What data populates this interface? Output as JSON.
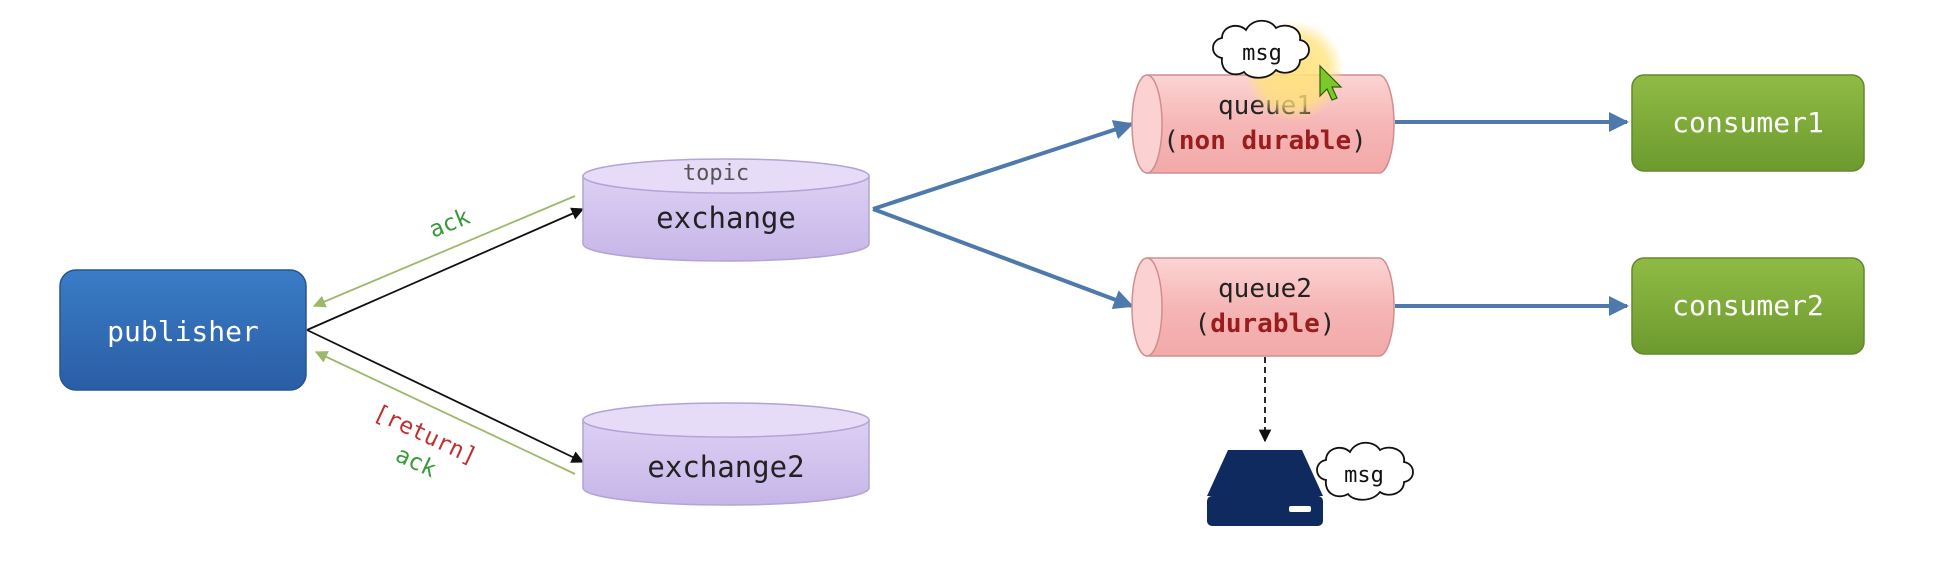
{
  "publisher": {
    "label": "publisher"
  },
  "exchange": {
    "type_label": "topic",
    "label": "exchange"
  },
  "exchange2": {
    "label": "exchange2"
  },
  "queue1": {
    "name": "queue1",
    "open": "(",
    "durability": "non durable",
    "close": ")"
  },
  "queue2": {
    "name": "queue2",
    "open": "(",
    "durability": "durable",
    "close": ")"
  },
  "consumers": [
    {
      "label": "consumer1"
    },
    {
      "label": "consumer2"
    }
  ],
  "arrows": {
    "ack_top": "ack",
    "return": "[return]",
    "ack_bottom": "ack"
  },
  "messages": {
    "in_flight": "msg",
    "persisted": "msg"
  },
  "colors": {
    "publisher": "#2e68b3",
    "exchange": "#d2c4ee",
    "queue": "#f6b7b7",
    "consumer": "#7ea83a",
    "ack": "#3a9a3a",
    "return": "#c0302e",
    "durability": "#9a1c1c",
    "disk": "#0e2a5e",
    "flow_arrow": "#4d79ad"
  },
  "icons": {
    "disk": "hard-drive-icon",
    "cursor": "mouse-pointer-icon",
    "cloud": "cloud-icon"
  }
}
